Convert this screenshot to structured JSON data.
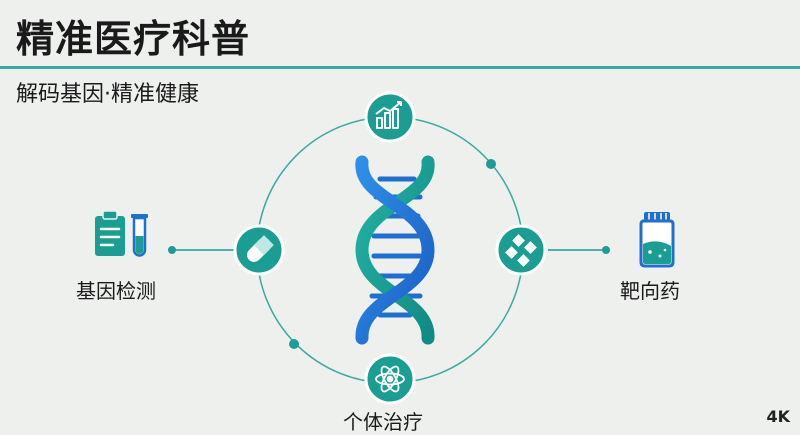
{
  "header": {
    "title": "精准医疗科普",
    "subtitle": "解码基因·精准健康"
  },
  "diagram": {
    "left_label": "基因检测",
    "right_label": "靶向药",
    "bottom_label": "个体治疗",
    "corner_text": "4K"
  },
  "icons": [
    "dna-icon",
    "growth-chart-icon",
    "capsule-icon",
    "molecule-icon",
    "atom-icon",
    "clipboard-test-tube-icon",
    "medicine-bottle-icon"
  ],
  "colors": {
    "teal": "#1a9e94",
    "blue": "#1e6fd0",
    "light_blue": "#3b9ae8",
    "ring": "#3aa9a3",
    "text": "#1a1a1a"
  }
}
